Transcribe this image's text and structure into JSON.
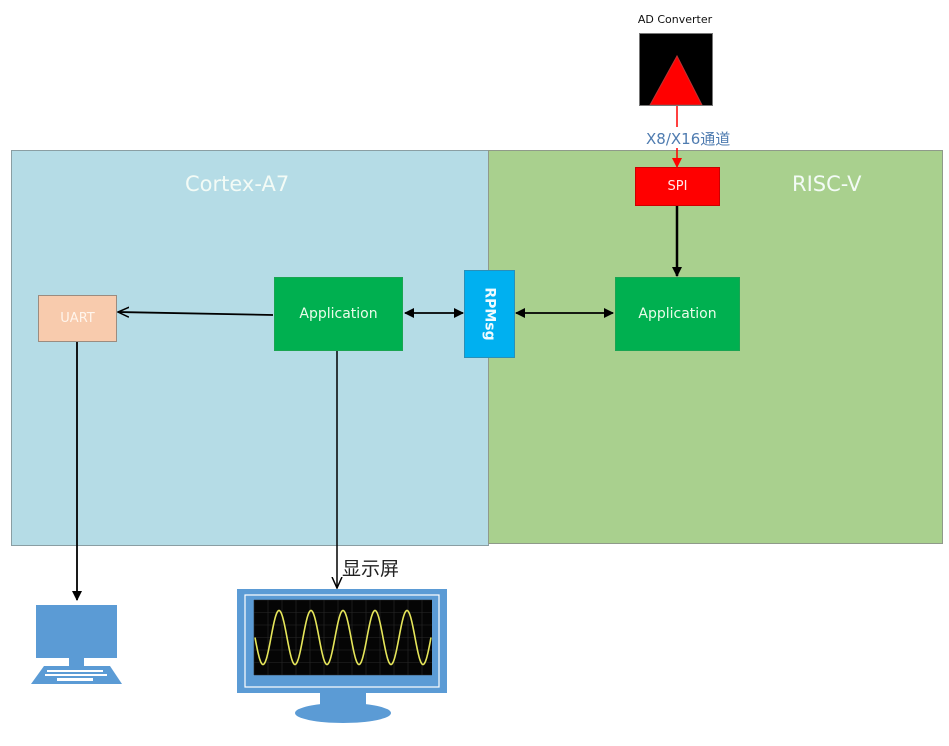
{
  "diagram": {
    "regions": {
      "cortex_a7": {
        "title": "Cortex-A7",
        "color": "#b5dce6"
      },
      "risc_v": {
        "title": "RISC-V",
        "color": "#a9d08e"
      }
    },
    "blocks": {
      "uart": "UART",
      "app_a7": "Application",
      "rpmsg": "RPMsg",
      "app_rv": "Application",
      "spi": "SPI"
    },
    "ad_converter": {
      "label": "AD Converter"
    },
    "labels": {
      "channel": "X8/X16通道",
      "display": "显示屏"
    },
    "devices": {
      "pc": "computer-icon",
      "display": "monitor-with-sine-wave-icon"
    },
    "connections": [
      {
        "from": "AD Converter",
        "to": "SPI",
        "label": "X8/X16通道",
        "color": "#ff0000"
      },
      {
        "from": "SPI",
        "to": "Application (RISC-V)"
      },
      {
        "from": "Application (RISC-V)",
        "to": "RPMsg",
        "bidirectional": true
      },
      {
        "from": "RPMsg",
        "to": "Application (Cortex-A7)",
        "bidirectional": true
      },
      {
        "from": "Application (Cortex-A7)",
        "to": "UART"
      },
      {
        "from": "UART",
        "to": "PC"
      },
      {
        "from": "Application (Cortex-A7)",
        "to": "显示屏"
      }
    ],
    "colors": {
      "application": "#00b050",
      "spi": "#ff0000",
      "rpmsg": "#00b0f0",
      "uart": "#f8cbad",
      "device": "#5b9bd5",
      "waveform": "#e6e65a"
    }
  }
}
